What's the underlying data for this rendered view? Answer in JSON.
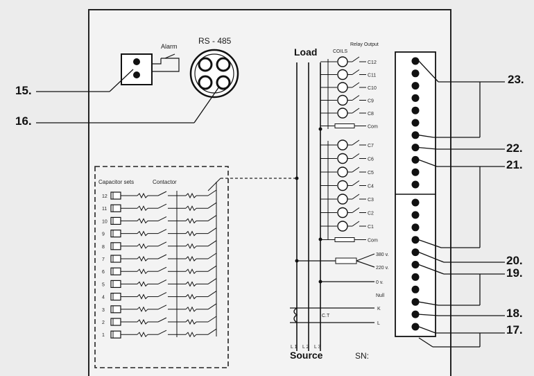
{
  "callouts": {
    "c15": "15.",
    "c16": "16.",
    "c17": "17.",
    "c18": "18.",
    "c19": "19.",
    "c20": "20.",
    "c21": "21.",
    "c22": "22.",
    "c23": "23."
  },
  "labels": {
    "alarm": "Alarm",
    "rs485": "RS - 485",
    "load": "Load",
    "coils": "COILS",
    "relay_output": "Relay Output",
    "capacitor_sets": "Capacitor sets",
    "contactor": "Contactor",
    "source": "Source",
    "sn": "SN:",
    "ct": "C.T",
    "l1": "L 1",
    "l2": "L 2",
    "l3": "L 3"
  },
  "relay_labels_upper": [
    "C12",
    "C11",
    "C10",
    "C9",
    "C8",
    "Com"
  ],
  "relay_labels_lower": [
    "C7",
    "C6",
    "C5",
    "C4",
    "C3",
    "C2",
    "C1",
    "Com"
  ],
  "voltage_labels": [
    "380 v.",
    "220 v.",
    "0 v.",
    "Null",
    "K",
    "L"
  ],
  "capacitor_numbers": [
    "12",
    "11",
    "10",
    "9",
    "8",
    "7",
    "6",
    "5",
    "4",
    "3",
    "2",
    "1"
  ]
}
